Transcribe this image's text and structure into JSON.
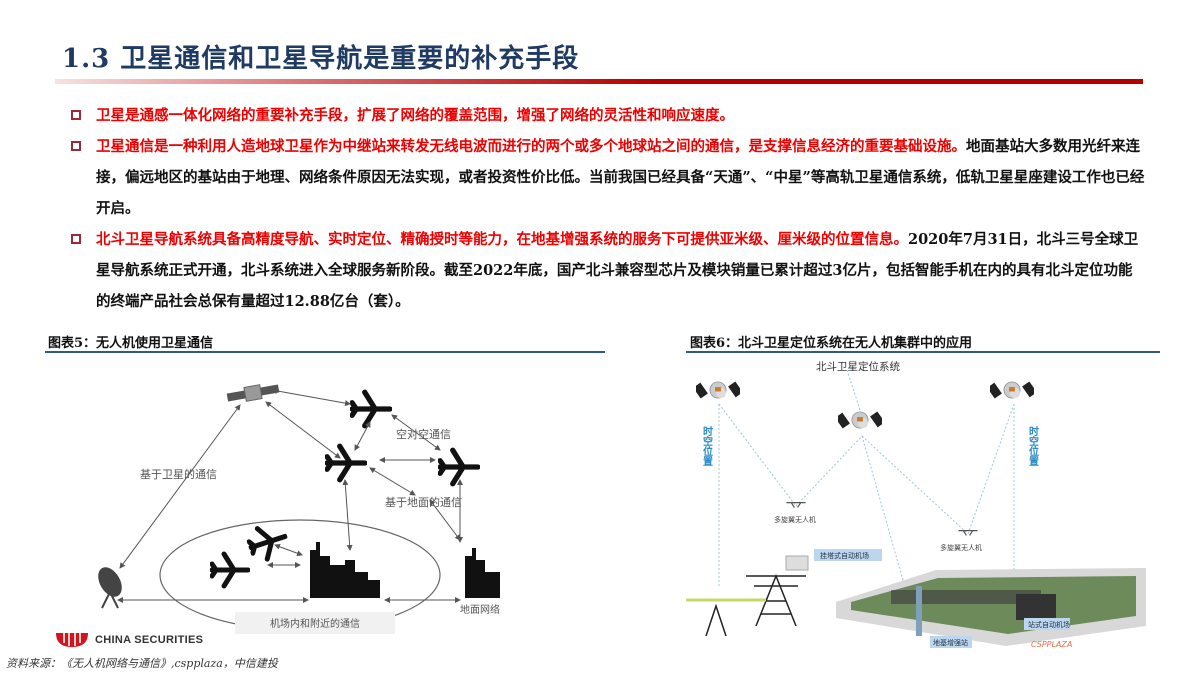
{
  "slide": {
    "title": "1.3 卫星通信和卫星导航是重要的补充手段"
  },
  "bullets": [
    {
      "red_text": "卫星是通感一体化网络的重要补充手段，扩展了网络的覆盖范围，增强了网络的灵活性和响应速度。",
      "black_text": ""
    },
    {
      "red_text": "卫星通信是一种利用人造地球卫星作为中继站来转发无线电波而进行的两个或多个地球站之间的通信，是支撑信息经济的重要基础设施。",
      "black_text": "地面基站大多数用光纤来连接，偏远地区的基站由于地理、网络条件原因无法实现，或者投资性价比低。当前我国已经具备“天通”、“中星”等高轨卫星通信系统，低轨卫星星座建设工作也已经开启。"
    },
    {
      "red_text": "北斗卫星导航系统具备高精度导航、实时定位、精确授时等能力，在地基增强系统的服务下可提供亚米级、厘米级的位置信息。",
      "black_text": "2020年7月31日，北斗三号全球卫星导航系统正式开通，北斗系统进入全球服务新阶段。截至2022年底，国产北斗兼容型芯片及模块销量已累计超过3亿片，包括智能手机在内的具有北斗定位功能的终端产品社会总保有量超过12.88亿台（套）。"
    }
  ],
  "figure5": {
    "caption": "图表5：无人机使用卫星通信",
    "labels": {
      "satellite_comm": "基于卫星的通信",
      "air_to_air": "空对空通信",
      "ground_comm": "基于地面的通信",
      "airport_comm": "机场内和附近的通信",
      "ground_network": "地面网络"
    }
  },
  "figure6": {
    "caption": "图表6：北斗卫星定位系统在无人机集群中的应用",
    "labels": {
      "system": "北斗卫星定位系统",
      "spacetime_left": "时空位置",
      "spacetime_right": "时空位置",
      "drone_1": "多旋翼无人机",
      "drone_2": "多旋翼无人机",
      "hangar_line": "挂塔式自动机场",
      "hangar_station": "站式自动机场",
      "ground_station": "地基增强站",
      "watermark": "CSPPLAZA"
    }
  },
  "footer": {
    "logo_text": "CHINA SECURITIES",
    "source": "资料来源：《无人机网络与通信》,cspplaza，中信建投"
  },
  "colors": {
    "title": "#1f3b63",
    "accent_red": "#ee0000",
    "rule_red": "#b50000",
    "caption_rule": "#2c5a8a",
    "bullet_box": "#9a2a3a",
    "fig6_text_blue": "#2b8ac8"
  }
}
